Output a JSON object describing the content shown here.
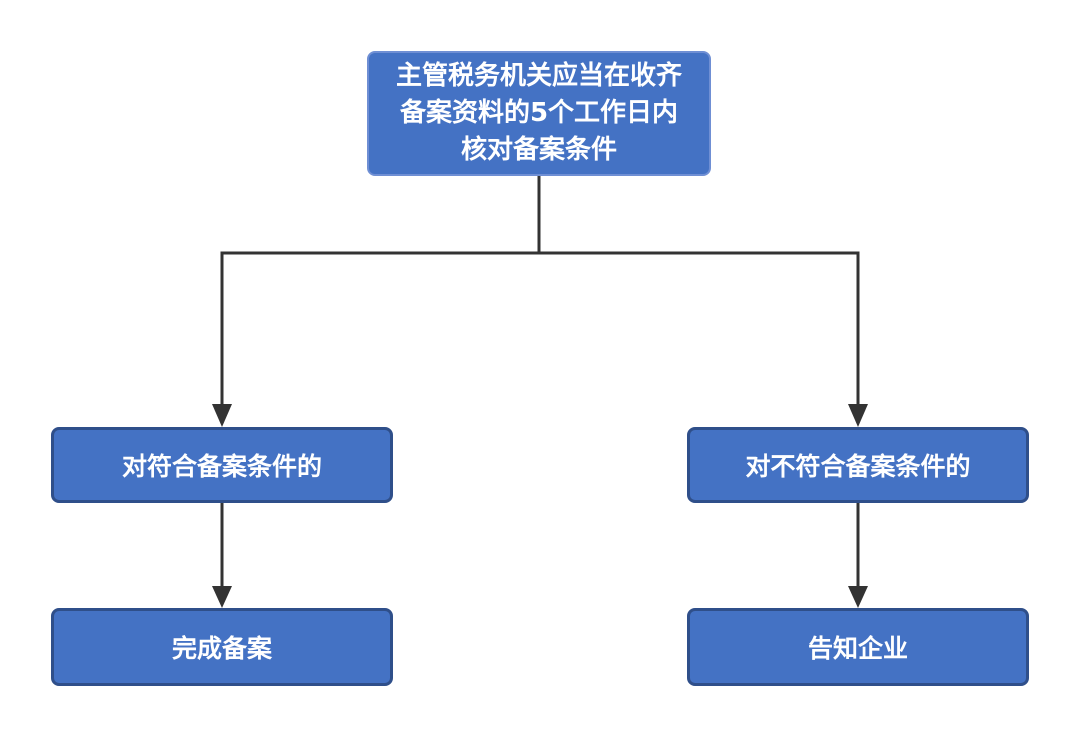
{
  "diagram": {
    "type": "flowchart",
    "colors": {
      "node_fill": "#4472c4",
      "node_border": "#2f4f8a",
      "node_text": "#ffffff",
      "connector": "#333333"
    },
    "nodes": {
      "start": "主管税务机关应当在收齐备案资料的5个工作日内核对备案条件",
      "eligible": "对符合备案条件的",
      "ineligible": "对不符合备案条件的",
      "complete": "完成备案",
      "notify": "告知企业"
    },
    "edges": [
      {
        "from": "start",
        "to": "eligible"
      },
      {
        "from": "start",
        "to": "ineligible"
      },
      {
        "from": "eligible",
        "to": "complete"
      },
      {
        "from": "ineligible",
        "to": "notify"
      }
    ]
  }
}
